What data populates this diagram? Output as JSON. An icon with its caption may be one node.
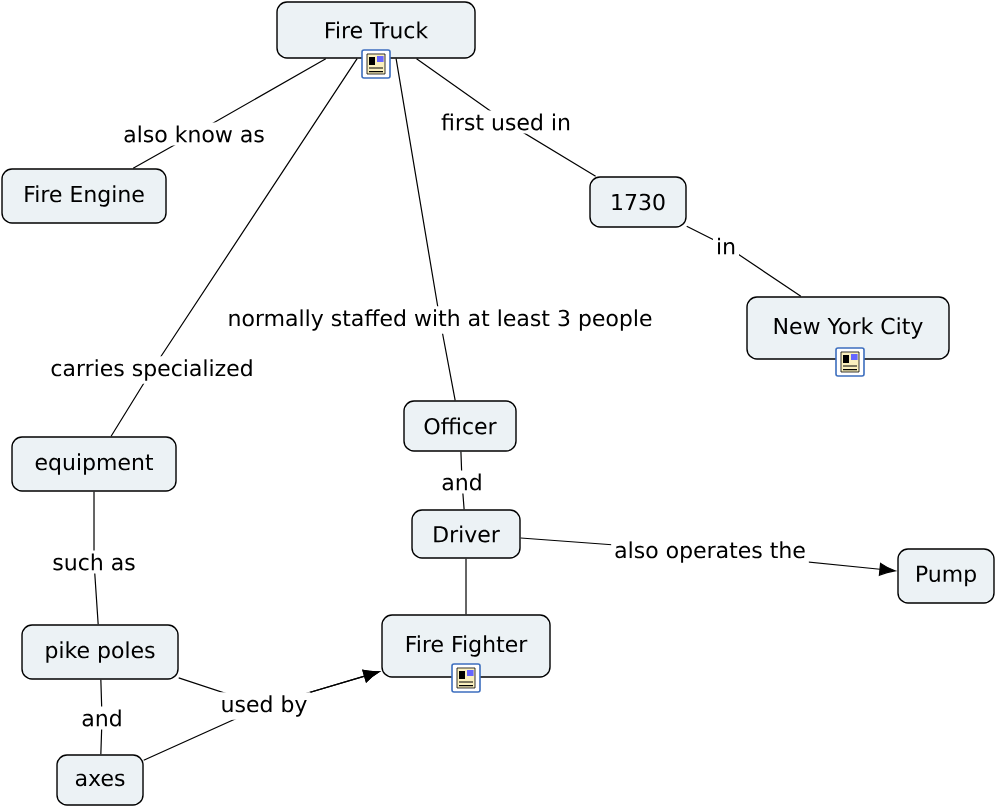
{
  "diagram": {
    "nodes": [
      {
        "text": [
          "Fire Truck"
        ]
      },
      {
        "text": [
          "Fire Engine"
        ]
      },
      {
        "text": [
          "1730"
        ]
      },
      {
        "text": [
          "New York City"
        ]
      },
      {
        "text": [
          "equipment"
        ]
      },
      {
        "text": [
          "Officer"
        ]
      },
      {
        "text": [
          "Driver"
        ]
      },
      {
        "text": [
          "Pump"
        ]
      },
      {
        "text": [
          "pike poles"
        ]
      },
      {
        "text": [
          "Fire Fighter"
        ]
      },
      {
        "text": [
          "axes"
        ]
      }
    ],
    "edges": [
      {
        "from": 0,
        "to": 1,
        "arrow": "none",
        "label": "also know as"
      },
      {
        "from": 0,
        "to": 2,
        "arrow": "none",
        "label": "first used in"
      },
      {
        "from": 2,
        "to": 3,
        "arrow": "none",
        "label": "in"
      },
      {
        "from": 0,
        "to": 4,
        "arrow": "none",
        "label": "carries specialized"
      },
      {
        "from": 0,
        "to": 5,
        "arrow": "none",
        "label": "normally staffed with at least 3 people"
      },
      {
        "from": 5,
        "to": 6,
        "arrow": "none",
        "label": "and"
      },
      {
        "from": 6,
        "to": 9,
        "arrow": "none"
      },
      {
        "from": 6,
        "to": 7,
        "arrow": "to",
        "label": "also operates the"
      },
      {
        "from": 4,
        "to": 8,
        "arrow": "none",
        "label": "such as"
      },
      {
        "from": 8,
        "to": 10,
        "arrow": "none",
        "label": "and"
      },
      {
        "from": 8,
        "to": 9,
        "arrow": "to",
        "label": "used by"
      },
      {
        "from": 10,
        "to": 9,
        "arrow": "to"
      }
    ]
  }
}
